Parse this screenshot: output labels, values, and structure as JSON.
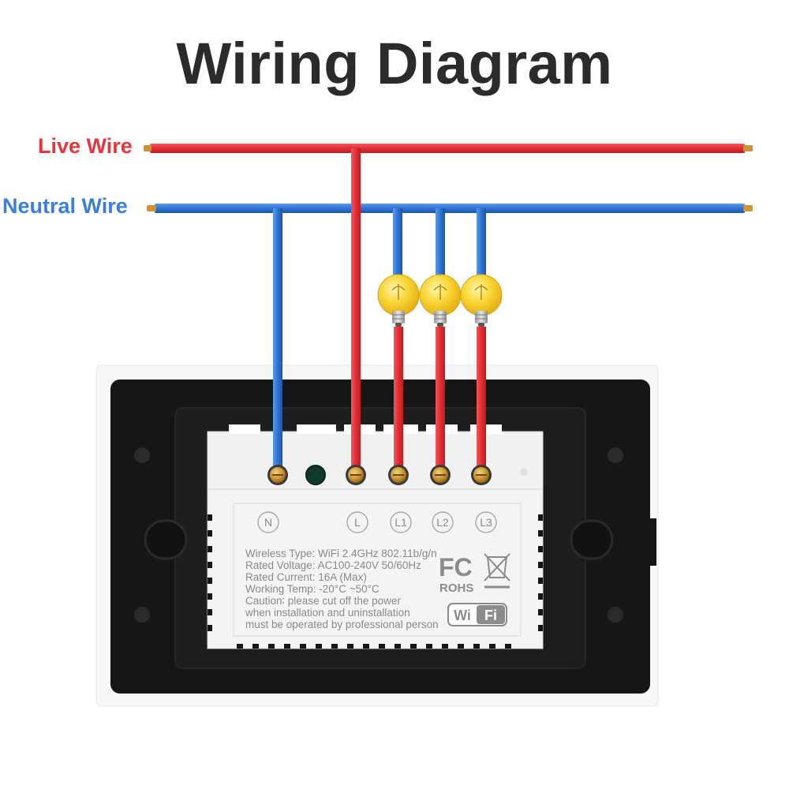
{
  "title": "Wiring Diagram",
  "wires": {
    "live_label": "Live Wire",
    "neutral_label": "Neutral Wire"
  },
  "terminals": {
    "n": "N",
    "l": "L",
    "l1": "L1",
    "l2": "L2",
    "l3": "L3"
  },
  "specs": {
    "line1": "Wireless Type: WiFi 2.4GHz 802.11b/g/n",
    "line2": "Rated Voltage: AC100-240V 50/60Hz",
    "line3": "Rated Current: 16A (Max)",
    "line4": "Working Temp: -20°C ~50°C",
    "line5": "Caution∶ please cut off the power",
    "line6": "when installation and uninstallation",
    "line7": "must be operated by professional person"
  },
  "certs": {
    "fc": "FC",
    "rohs": "ROHS",
    "wifi": "WiFi"
  },
  "colors": {
    "live": "#e8343a",
    "neutral": "#3b7fdc",
    "bulb": "#f6cf2a",
    "panel": "#151515",
    "module": "#f2f2f2"
  },
  "icons": [
    "light-bulb-icon",
    "fc-logo",
    "weee-bin-icon",
    "wifi-logo"
  ]
}
